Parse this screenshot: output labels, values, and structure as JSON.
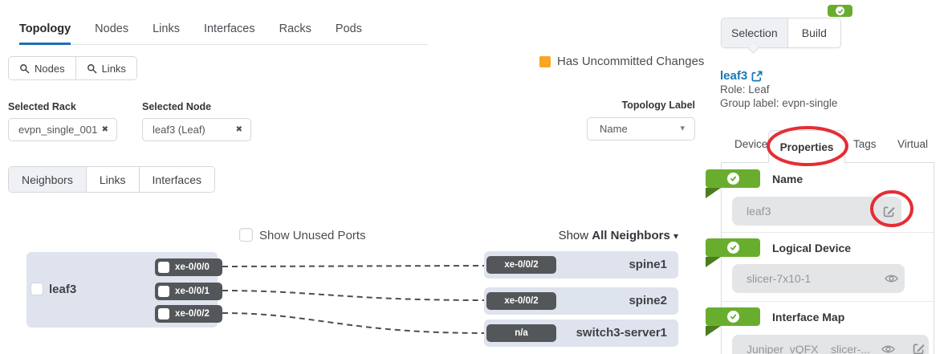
{
  "colors": {
    "accent_blue": "#1878b5",
    "success_green": "#69ad2e",
    "uncommitted_orange": "#f6a724",
    "annotation_red": "#e62d33",
    "port_chip_grey": "#54575a",
    "node_fill": "#dee3ee"
  },
  "main_tabs": {
    "items": [
      {
        "label": "Topology",
        "active": true
      },
      {
        "label": "Nodes",
        "active": false
      },
      {
        "label": "Links",
        "active": false
      },
      {
        "label": "Interfaces",
        "active": false
      },
      {
        "label": "Racks",
        "active": false
      },
      {
        "label": "Pods",
        "active": false
      }
    ]
  },
  "search_buttons": {
    "nodes": "Nodes",
    "links": "Links"
  },
  "selected_rack": {
    "label": "Selected Rack",
    "value": "evpn_single_001"
  },
  "selected_node": {
    "label": "Selected Node",
    "value": "leaf3 (Leaf)"
  },
  "status": {
    "uncommitted": "Has Uncommitted Changes"
  },
  "topology_label": {
    "label": "Topology Label",
    "value": "Name"
  },
  "view_tabs": {
    "items": [
      {
        "label": "Neighbors",
        "active": true
      },
      {
        "label": "Links",
        "active": false
      },
      {
        "label": "Interfaces",
        "active": false
      }
    ]
  },
  "diagram": {
    "show_unused_ports": "Show Unused Ports",
    "show_neighbors_prefix": "Show",
    "show_neighbors_value": "All Neighbors",
    "node": {
      "name": "leaf3",
      "ports": [
        {
          "label": "xe-0/0/0"
        },
        {
          "label": "xe-0/0/1"
        },
        {
          "label": "xe-0/0/2"
        }
      ]
    },
    "neighbors": [
      {
        "port": "xe-0/0/2",
        "name": "spine1"
      },
      {
        "port": "xe-0/0/2",
        "name": "spine2"
      },
      {
        "port": "n/a",
        "name": "switch3-server1"
      }
    ]
  },
  "panel": {
    "tabs": {
      "selection": "Selection",
      "build": "Build"
    },
    "title": "leaf3",
    "role": "Role: Leaf",
    "group_label": "Group label: evpn-single",
    "detail_tabs": [
      {
        "label": "Device",
        "active": false
      },
      {
        "label": "Properties",
        "active": true
      },
      {
        "label": "Tags",
        "active": false
      },
      {
        "label": "Virtual",
        "active": false
      }
    ],
    "sections": [
      {
        "heading": "Name",
        "value": "leaf3"
      },
      {
        "heading": "Logical Device",
        "value": "slicer-7x10-1"
      },
      {
        "heading": "Interface Map",
        "value": "Juniper_vQFX__slicer-..."
      }
    ]
  }
}
